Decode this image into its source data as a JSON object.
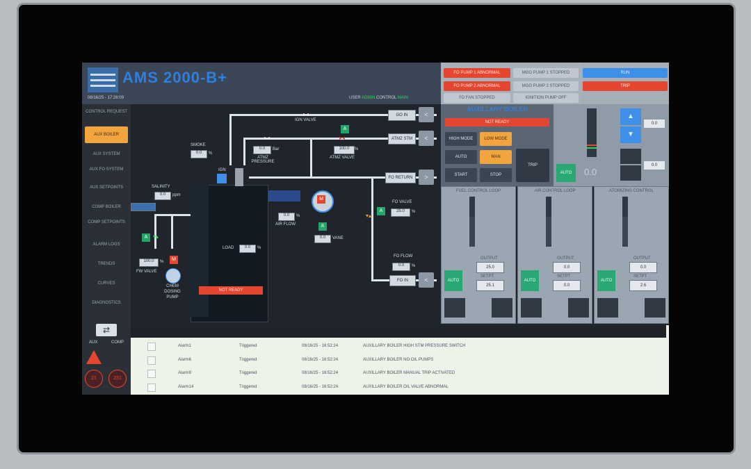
{
  "header": {
    "title": "AMS 2000-B+",
    "datetime": "08/16/25 - 17:26:09",
    "user_label": "USER",
    "user_value": "ADMIN",
    "control_label": "CONTROL",
    "control_value": "MAIN"
  },
  "status_buttons": {
    "fo_pump_1": "FO PUMP 1 ABNORMAL",
    "fo_pump_2": "FO PUMP 2 ABNORMAL",
    "fd_fan": "FD FAN STOPPED",
    "mgo_pump_1": "MGO PUMP 1 STOPPED",
    "mgo_pump_2": "MGO PUMP 2 STOPPED",
    "ignition_pump": "IGNITION PUMP OFF",
    "blue_status": "RUN",
    "red_status": "TRIP"
  },
  "nav": {
    "items": [
      {
        "label": "CONTROL REQUEST"
      },
      {
        "label": "AUX BOILER"
      },
      {
        "label": "AUX SYSTEM"
      },
      {
        "label": "AUX FO SYSTEM"
      },
      {
        "label": "AUX SETPOINTS"
      },
      {
        "label": "COMP BOILER"
      },
      {
        "label": "COMP SETPOINTS"
      },
      {
        "label": "ALARM LOGS"
      },
      {
        "label": "TRENDS"
      },
      {
        "label": "CURVES"
      },
      {
        "label": "DIAGNOSTICS"
      }
    ],
    "active_index": 1,
    "swap_left": "AUX",
    "swap_right": "COMP",
    "counter_1": "21",
    "counter_2": "231"
  },
  "pid": {
    "ign_valve": "IGN VALVE",
    "go_in": "GO IN",
    "atmz_stm": "ATMZ STM",
    "fo_return": "FO RETURN",
    "fo_in": "FO IN",
    "smoke_label": "SMOKE",
    "smoke_value": "0.0",
    "smoke_unit": "%",
    "atmz_pressure_label": "ATMZ PRESSURE",
    "atmz_pressure_value": "0.0",
    "atmz_pressure_unit": "Bar",
    "atmz_valve_label": "ATMZ VALVE",
    "atmz_valve_value": "100.0",
    "atmz_valve_unit": "%",
    "salinity_label": "SALINITY",
    "salinity_value": "0.0",
    "salinity_unit": "ppm",
    "ign_label": "IGN",
    "motor_label": "M",
    "air_flow_label": "AIR FLOW",
    "air_flow_value": "0.0",
    "air_flow_unit": "%",
    "vane_label": "VANE",
    "vane_value": "0.0",
    "vane_unit": "%",
    "load_label": "LOAD",
    "load_value": "0.0",
    "load_unit": "%",
    "fo_valve_label": "FO VALVE",
    "fo_valve_value": "25.0",
    "fo_valve_unit": "%",
    "fo_flow_label": "FO FLOW",
    "fo_flow_value": "0.0",
    "fo_flow_unit": "%",
    "fw_valve_label": "FW VALVE",
    "fw_valve_value": "100.0",
    "fw_valve_unit": "%",
    "chem_pump_label": "CHEM DOSING PUMP",
    "not_ready_banner": "NOT READY",
    "aux_box_a": "A"
  },
  "aux_panel": {
    "title": "AUXILLARY BOILER",
    "status": "NOT READY",
    "highmode": "HIGH MODE",
    "low_mode": "LOW MODE",
    "auto": "AUTO",
    "man": "MAN",
    "start": "START",
    "stop": "STOP",
    "trip": "TRIP"
  },
  "gauge_panel": {
    "value_1": "0.0",
    "value_2": "0.0",
    "value_3": "0.0",
    "auto_label": "AUTO",
    "up_icon_label": "▲",
    "down_icon_label": "▼"
  },
  "loops": [
    {
      "title": "FUEL CONTROL LOOP",
      "output": "25.0",
      "setpoint": "25.1",
      "out_label": "OUTPUT",
      "sp_label": "SETPT",
      "auto": "AUTO"
    },
    {
      "title": "AIR CONTROL LOOP",
      "output": "0.0",
      "setpoint": "0.0",
      "out_label": "OUTPUT",
      "sp_label": "SETPT",
      "auto": "AUTO"
    },
    {
      "title": "ATOMIZING CONTROL",
      "output": "0.0",
      "setpoint": "2.6",
      "out_label": "OUTPUT",
      "sp_label": "SETPT",
      "auto": "AUTO"
    }
  ],
  "alarms": {
    "rows": [
      {
        "name": "Alarm1",
        "state": "Triggered",
        "time": "08/16/25 - 16:52:24",
        "message": "AUXILLARY BOILER HIGH STM PRESSURE SWITCH"
      },
      {
        "name": "Alarm6",
        "state": "Triggered",
        "time": "08/16/25 - 16:52:24",
        "message": "AUXILLARY BOILER NO OIL PUMPS"
      },
      {
        "name": "Alarm9",
        "state": "Triggered",
        "time": "08/16/25 - 16:52:24",
        "message": "AUXILLARY BOILER MANUAL TRIP ACTIVATED"
      },
      {
        "name": "Alarm14",
        "state": "Triggered",
        "time": "08/16/25 - 16:52:24",
        "message": "AUXILLARY BOILER OIL VALVE ABNORMAL"
      }
    ]
  },
  "colors": {
    "accent_orange": "#f2a53f",
    "alarm_red": "#e5462f",
    "ok_green": "#29a873",
    "title_blue": "#2f7fe0"
  }
}
